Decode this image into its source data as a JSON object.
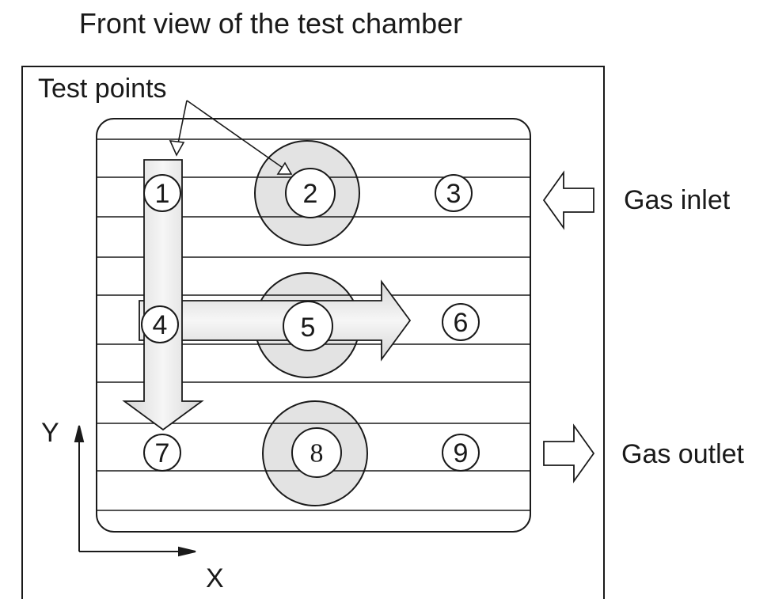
{
  "title": "Front view of the test chamber",
  "labels": {
    "test_points": "Test points",
    "gas_inlet": "Gas inlet",
    "gas_outlet": "Gas outlet",
    "axis_x": "X",
    "axis_y": "Y"
  },
  "points": [
    "1",
    "2",
    "3",
    "4",
    "5",
    "6",
    "7",
    "8",
    "9"
  ],
  "colors": {
    "stroke": "#1a1a1a",
    "shade": "#e3e3e3",
    "background": "#ffffff"
  }
}
